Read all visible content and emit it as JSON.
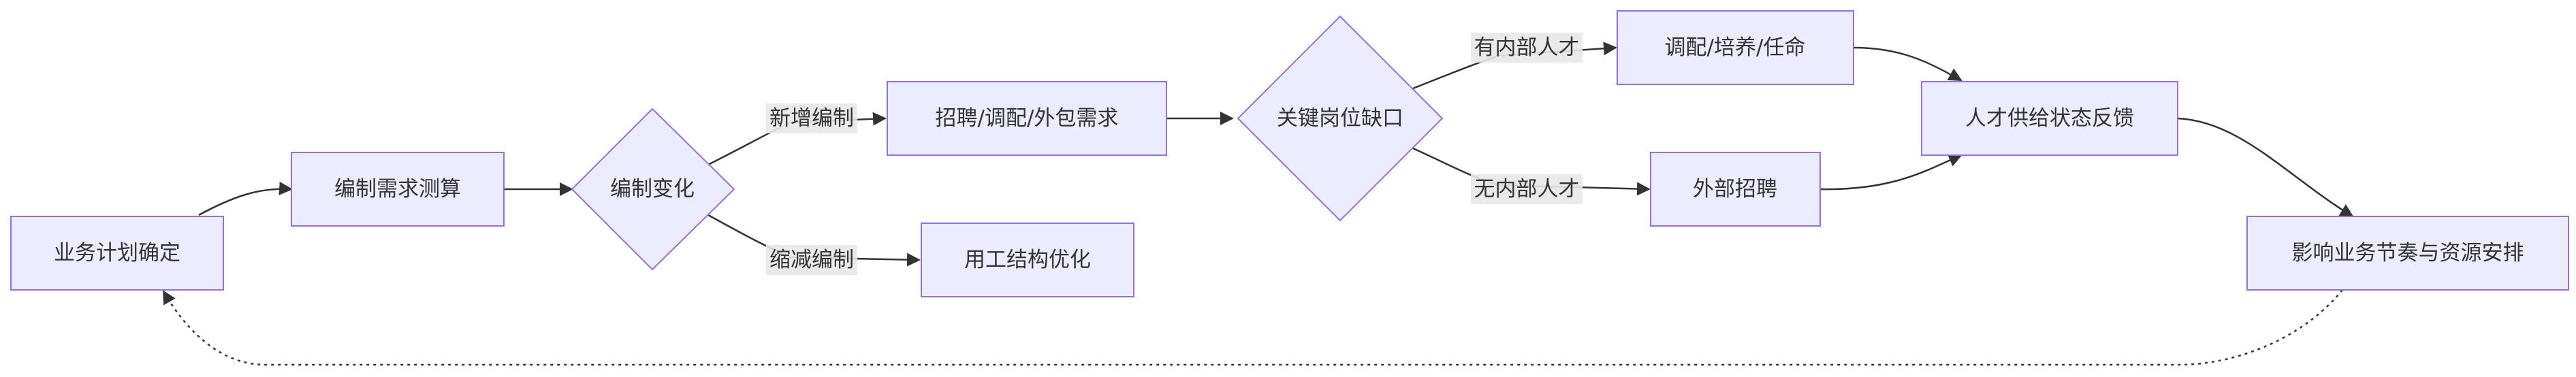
{
  "nodes": {
    "business_plan": "业务计划确定",
    "headcount_calc": "编制需求测算",
    "headcount_change": "编制变化",
    "hiring_demand": "招聘/调配/外包需求",
    "workforce_opt": "用工结构优化",
    "key_post_gap": "关键岗位缺口",
    "transfer_train": "调配/培养/任命",
    "external_hire": "外部招聘",
    "talent_feedback": "人才供给状态反馈",
    "impact": "影响业务节奏与资源安排"
  },
  "edge_labels": {
    "increase": "新增编制",
    "decrease": "缩减编制",
    "has_internal": "有内部人才",
    "no_internal": "无内部人才"
  },
  "colors": {
    "node_fill": "#ECECFF",
    "node_stroke": "#9370DB",
    "edge": "#333333",
    "label_bg": "#e8e8e8"
  }
}
